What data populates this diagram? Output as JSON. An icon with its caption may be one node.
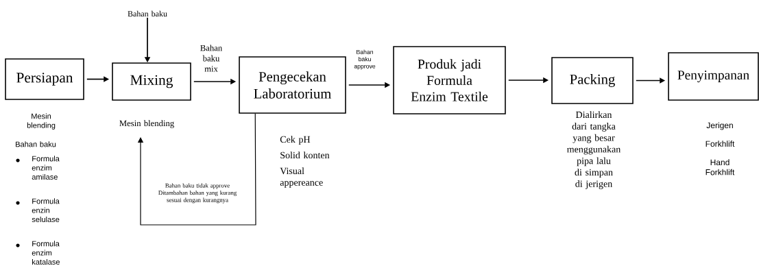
{
  "diagram": {
    "nodes": [
      {
        "text": [
          "Persiapan"
        ],
        "beside": [
          "Mesin blending",
          "Bahan baku",
          "Formula enzim amilase",
          "Formula enzin selulase",
          "Formula enzim katalase"
        ]
      },
      {
        "text": [
          "Mixing"
        ],
        "beside": [
          "Mesin blending"
        ]
      },
      {
        "text": [
          "Pengecekan Laboratorium"
        ],
        "beside": [
          "Cek pH",
          "Solid konten",
          "Visual appereance"
        ]
      },
      {
        "text": [
          "Produk jadi Formula Enzim Textile"
        ]
      },
      {
        "text": [
          "Packing"
        ],
        "beside": [
          "Dialirkan dari tangka yang besar menggunakan pipa lalu di simpan di jerigen"
        ]
      },
      {
        "text": [
          "Penyimpanan"
        ],
        "beside": [
          "Jerigen",
          "Forkhlift",
          "Hand Forkhlift"
        ]
      },
      {
        "text": [
          "Bahan baku"
        ]
      }
    ],
    "edges": [
      {
        "from": 0,
        "to": 1,
        "arrow": "to"
      },
      {
        "from": 6,
        "to": 1,
        "arrow": "to"
      },
      {
        "from": 1,
        "to": 2,
        "arrow": "to",
        "label": "Bahan baku mix"
      },
      {
        "from": 2,
        "to": 3,
        "arrow": "to",
        "label": "Bahan baku approve"
      },
      {
        "from": 3,
        "to": 4,
        "arrow": "to"
      },
      {
        "from": 4,
        "to": 5,
        "arrow": "to"
      },
      {
        "from": 2,
        "to": 1,
        "arrow": "to",
        "label": "Bahan baku tidak approve Ditambahan bahan yang kurang sesuai dengan kurangnya"
      }
    ]
  }
}
